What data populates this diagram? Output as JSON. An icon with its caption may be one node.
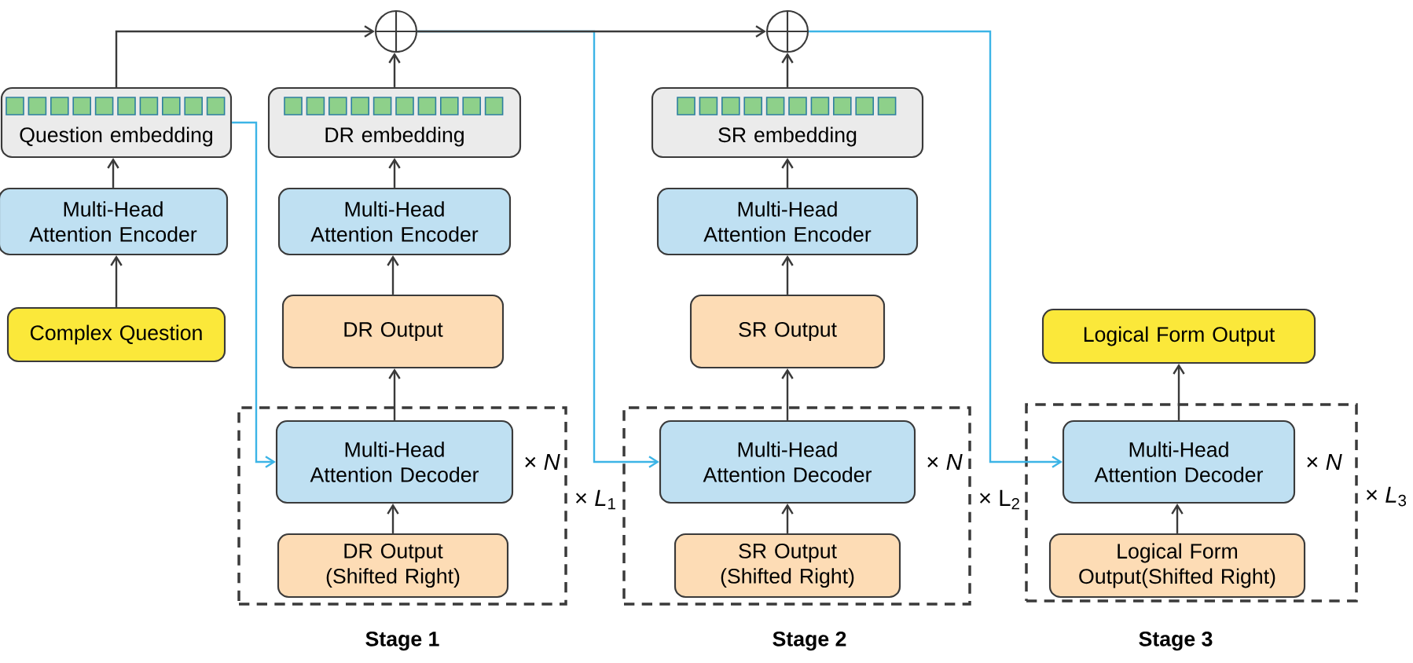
{
  "diagram": {
    "nodes": [
      {
        "text": [
          "Question embedding"
        ]
      },
      {
        "text": [
          "Multi-Head Attention Encoder"
        ]
      },
      {
        "text": [
          "Complex Question"
        ]
      },
      {
        "text": [
          "DR embedding"
        ]
      },
      {
        "text": [
          "Multi-Head Attention Encoder"
        ]
      },
      {
        "text": [
          "DR Output"
        ]
      },
      {
        "text": [],
        "shape": "box",
        "beside": [
          "× *L*$_{1}$"
        ]
      },
      {
        "text": [
          "Multi-Head Attention Decoder"
        ],
        "in": 6,
        "beside": [
          "× *N*"
        ]
      },
      {
        "text": [
          "DR Output (Shifted Right)"
        ],
        "in": 6
      },
      {
        "text": [
          "SR embedding"
        ]
      },
      {
        "text": [
          "Multi-Head Attention Encoder"
        ]
      },
      {
        "text": [
          "SR Output"
        ]
      },
      {
        "text": [],
        "shape": "box",
        "beside": [
          "× L$_{2}$"
        ]
      },
      {
        "text": [
          "Multi-Head Attention Decoder"
        ],
        "in": 12,
        "beside": [
          "× *N*"
        ]
      },
      {
        "text": [
          "SR Output (Shifted Right)"
        ],
        "in": 12
      },
      {
        "text": [
          "Logical Form Output"
        ]
      },
      {
        "text": [],
        "shape": "box",
        "beside": [
          "× *L*$_{3}$"
        ]
      },
      {
        "text": [
          "Multi-Head Attention Decoder"
        ],
        "in": 16,
        "beside": [
          "× *N*"
        ]
      },
      {
        "text": [
          "Logical Form Output(Shifted Right)"
        ],
        "in": 16
      },
      {
        "text": [],
        "shape": "circle"
      },
      {
        "text": [],
        "shape": "circle"
      }
    ],
    "edges": [
      {
        "from": 2,
        "to": 1,
        "arrow": "to"
      },
      {
        "from": 1,
        "to": 0,
        "arrow": "to"
      },
      {
        "from": 0,
        "to": 19,
        "arrow": "to"
      },
      {
        "from": 5,
        "to": 4,
        "arrow": "to"
      },
      {
        "from": 4,
        "to": 3,
        "arrow": "to"
      },
      {
        "from": 3,
        "to": 19,
        "arrow": "to"
      },
      {
        "from": 7,
        "to": 5,
        "arrow": "to"
      },
      {
        "from": 8,
        "to": 7,
        "arrow": "to"
      },
      {
        "from": 0,
        "to": 7,
        "arrow": "to",
        "color": "#3cb4e6"
      },
      {
        "from": 19,
        "to": 20,
        "arrow": "to"
      },
      {
        "from": 19,
        "to": 13,
        "arrow": "to",
        "color": "#3cb4e6"
      },
      {
        "from": 11,
        "to": 10,
        "arrow": "to"
      },
      {
        "from": 10,
        "to": 9,
        "arrow": "to"
      },
      {
        "from": 9,
        "to": 20,
        "arrow": "to"
      },
      {
        "from": 13,
        "to": 11,
        "arrow": "to"
      },
      {
        "from": 14,
        "to": 13,
        "arrow": "to"
      },
      {
        "from": 20,
        "to": 17,
        "arrow": "to",
        "color": "#3cb4e6"
      },
      {
        "from": 18,
        "to": 17,
        "arrow": "to"
      },
      {
        "from": 17,
        "to": 15,
        "arrow": "to"
      }
    ],
    "labels": [
      "Stage 1",
      "Stage 2",
      "Stage 3"
    ]
  }
}
